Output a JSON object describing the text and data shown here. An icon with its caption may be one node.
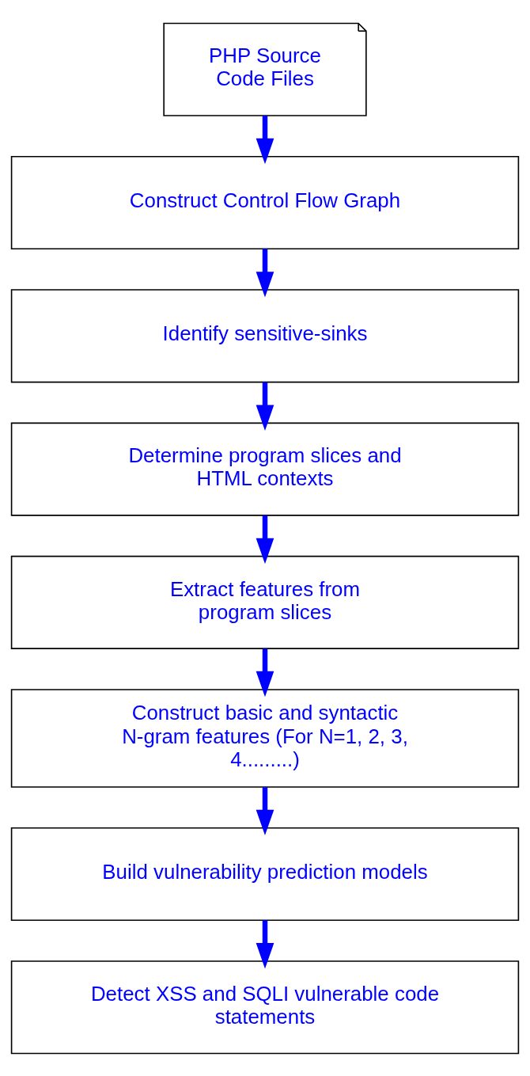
{
  "diagram": {
    "nodes": [
      {
        "text": [
          "PHP Source Code Files"
        ]
      },
      {
        "text": [
          "Construct Control Flow Graph"
        ]
      },
      {
        "text": [
          "Identify sensitive-sinks"
        ]
      },
      {
        "text": [
          "Determine program slices and HTML contexts"
        ]
      },
      {
        "text": [
          "Extract features from program slices"
        ]
      },
      {
        "text": [
          "Construct basic and syntactic N-gram features (For N=1, 2, 3, 4.........)"
        ]
      },
      {
        "text": [
          "Build vulnerability prediction models"
        ]
      },
      {
        "text": [
          "Detect XSS and SQLI vulnerable code statements"
        ]
      }
    ],
    "edges": [
      {
        "from": 0,
        "to": 1,
        "arrow": "to"
      },
      {
        "from": 1,
        "to": 2,
        "arrow": "to"
      },
      {
        "from": 2,
        "to": 3,
        "arrow": "to"
      },
      {
        "from": 3,
        "to": 4,
        "arrow": "to"
      },
      {
        "from": 4,
        "to": 5,
        "arrow": "to"
      },
      {
        "from": 5,
        "to": 6,
        "arrow": "to"
      },
      {
        "from": 6,
        "to": 7,
        "arrow": "to"
      }
    ]
  }
}
